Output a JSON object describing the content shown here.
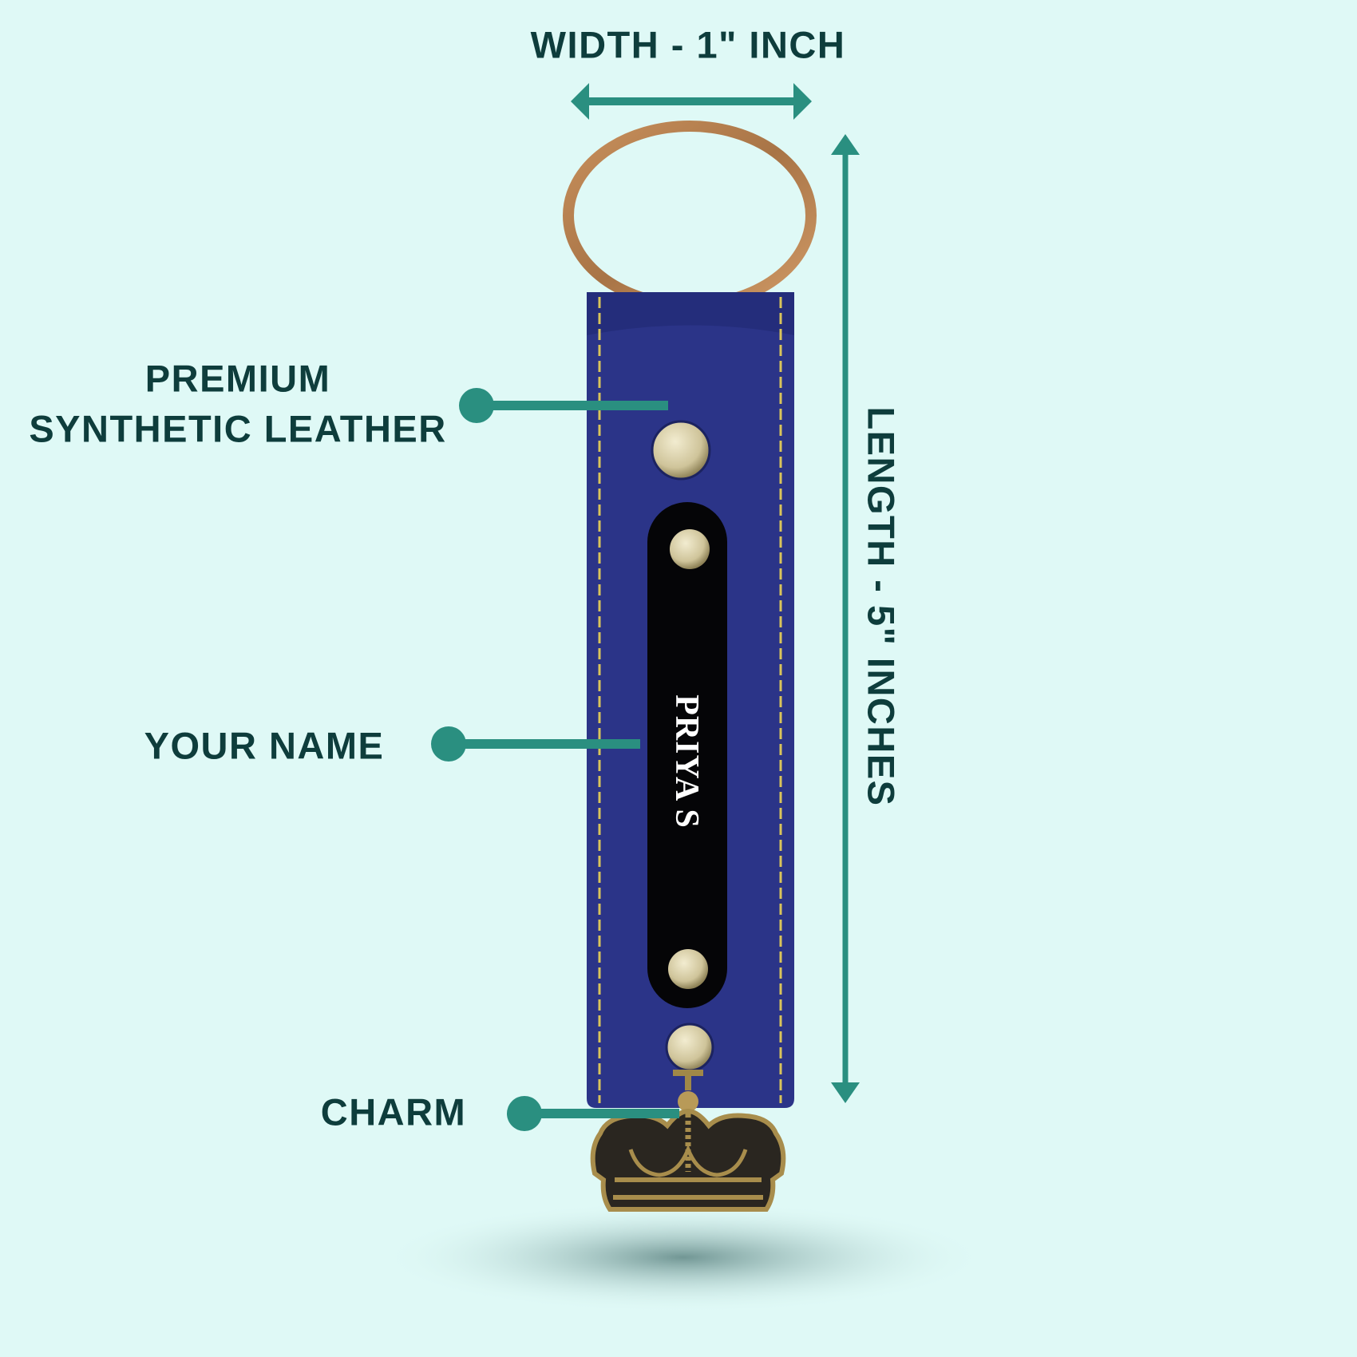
{
  "dimensions": {
    "width_label": "WIDTH - 1\" INCH",
    "length_label": "LENGTH - 5\" INCHES"
  },
  "callouts": {
    "material_line1": "PREMIUM",
    "material_line2": "SYNTHETIC LEATHER",
    "name_label": "YOUR NAME",
    "charm_label": "CHARM"
  },
  "product": {
    "engraved_name": "PRIYA S"
  },
  "colors": {
    "background": "#dff9f6",
    "text": "#0e3d3c",
    "accent": "#2a8f80",
    "strap": "#2b3488",
    "stitch": "#d9c45a"
  }
}
